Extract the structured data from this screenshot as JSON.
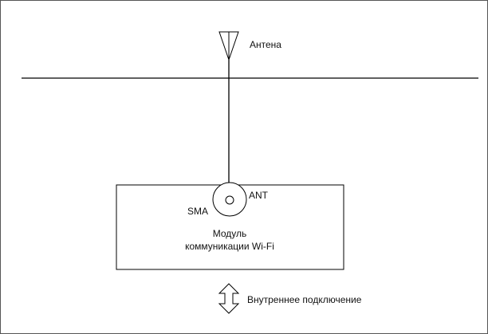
{
  "labels": {
    "antenna": "Антена",
    "ant": "ANT",
    "sma": "SMA",
    "module_line1": "Модуль",
    "module_line2": "коммуникации Wi-Fi",
    "internal_connection": "Внутреннее подключение"
  }
}
